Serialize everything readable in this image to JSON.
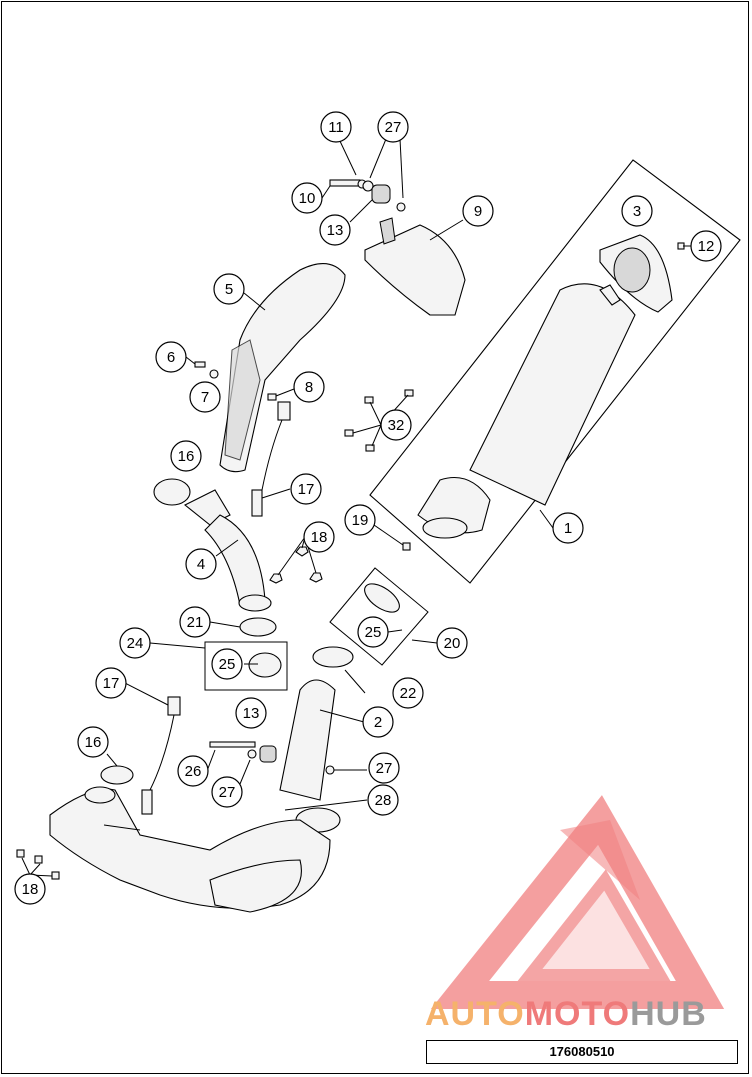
{
  "drawing_number": "176080510",
  "watermark": {
    "brand_part1": "AUTO",
    "brand_part2": "MOTO",
    "brand_part3": "HUB",
    "color_orange": "#f5b26b",
    "color_red": "#ef7a7a",
    "color_gray": "#9a9a9a"
  },
  "callouts": [
    "11",
    "27",
    "10",
    "13",
    "9",
    "3",
    "12",
    "5",
    "6",
    "7",
    "8",
    "32",
    "16",
    "17",
    "19",
    "1",
    "4",
    "18",
    "21",
    "25",
    "20",
    "24",
    "25",
    "22",
    "13",
    "17",
    "2",
    "16",
    "26",
    "27",
    "27",
    "28",
    "18"
  ]
}
